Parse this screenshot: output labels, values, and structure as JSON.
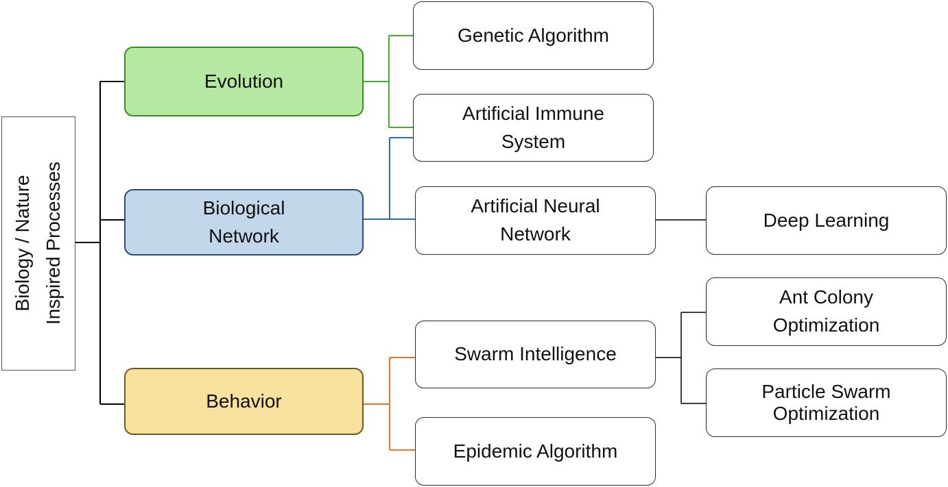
{
  "diagram": {
    "root": {
      "label": "Biology / Nature\nInspired Processes"
    },
    "categories": {
      "evolution": {
        "label": "Evolution",
        "fill": "#b5e8a0",
        "border": "#3d8a2a",
        "link_color": "#4aa832"
      },
      "network": {
        "label": "Biological\nNetwork",
        "fill": "#c2d7ea",
        "border": "#2e4a78",
        "link_color": "#2f6db0"
      },
      "behavior": {
        "label": "Behavior",
        "fill": "#f8e09e",
        "border": "#6b5a1e",
        "link_color": "#e8742a"
      }
    },
    "leaves": {
      "genetic_algorithm": "Genetic Algorithm",
      "artificial_immune_system": "Artificial Immune\nSystem",
      "artificial_neural_network": "Artificial Neural\nNetwork",
      "swarm_intelligence": "Swarm Intelligence",
      "epidemic_algorithm": "Epidemic Algorithm",
      "deep_learning": "Deep Learning",
      "ant_colony_optimization": "Ant Colony\nOptimization",
      "particle_swarm_optimization": "Particle Swarm\nOptimization"
    },
    "edge_colors": {
      "root": "#000000",
      "sub": "#000000"
    }
  }
}
